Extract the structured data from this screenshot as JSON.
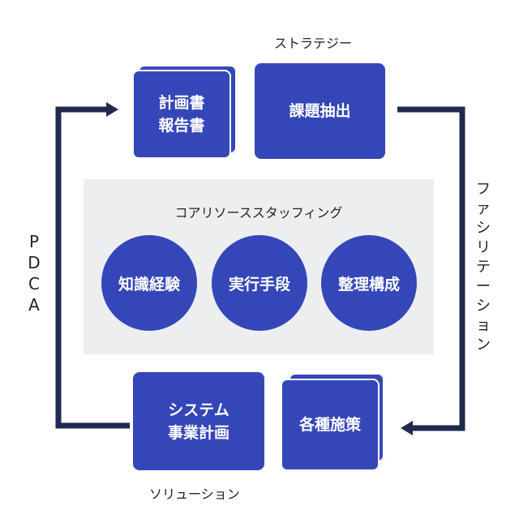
{
  "labels": {
    "strategy": "ストラテジー",
    "solution": "ソリューション",
    "facilitation": "ファシリテーション",
    "pdca": "PDCA"
  },
  "boxes": {
    "plan_report_line1": "計画書",
    "plan_report_line2": "報告書",
    "issue_extraction": "課題抽出",
    "system_plan_line1": "システム",
    "system_plan_line2": "事業計画",
    "measures": "各種施策"
  },
  "core": {
    "title": "コアリソーススタッフィング",
    "items": [
      "知識経験",
      "実行手段",
      "整理構成"
    ]
  },
  "colors": {
    "box_blue": "#3547b8",
    "arrow_navy": "#1f2a4d",
    "panel_gray": "#eceeef"
  }
}
